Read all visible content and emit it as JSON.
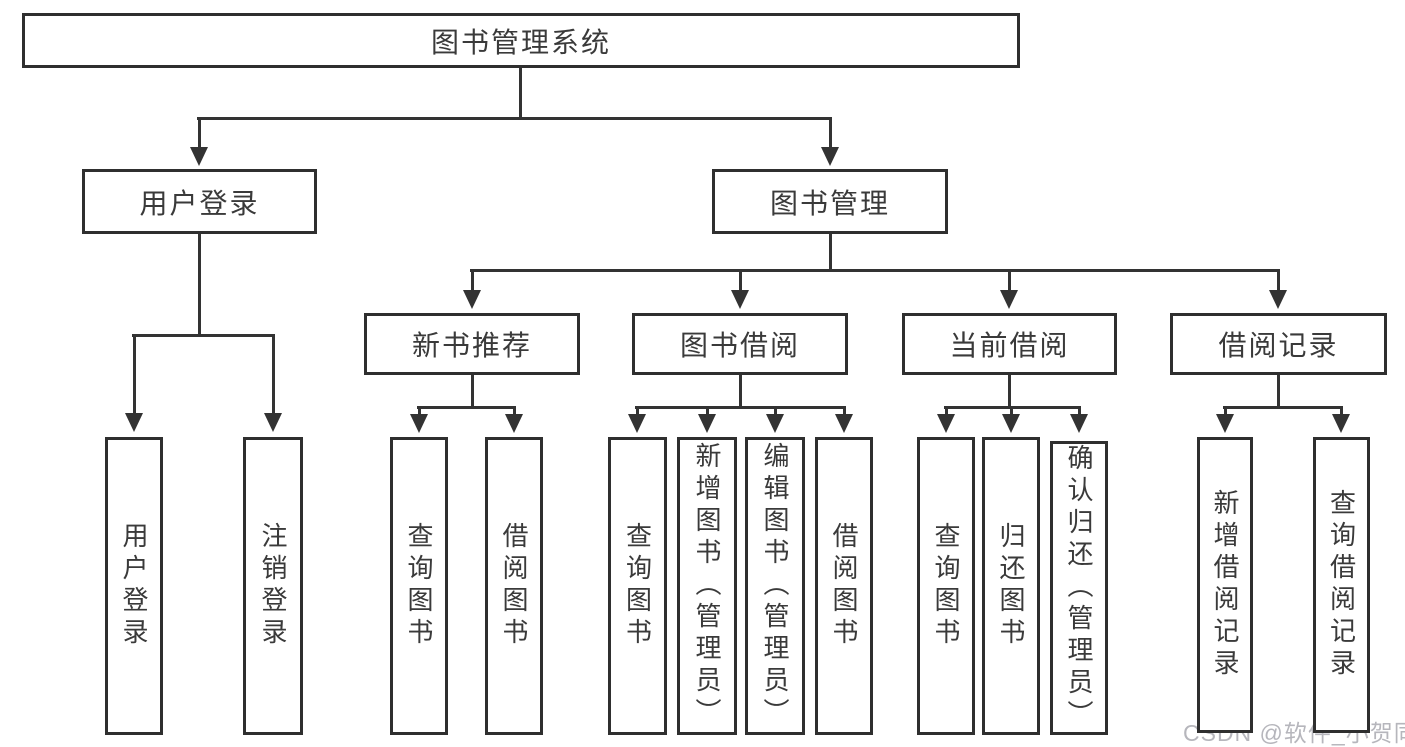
{
  "diagram": {
    "title": "图书管理系统",
    "nodes": [
      {
        "id": "root",
        "label": "图书管理系统",
        "level": 0,
        "parent": null,
        "orientation": "horizontal"
      },
      {
        "id": "user-login",
        "label": "用户登录",
        "level": 1,
        "parent": "root",
        "orientation": "horizontal"
      },
      {
        "id": "book-mgmt",
        "label": "图书管理",
        "level": 1,
        "parent": "root",
        "orientation": "horizontal"
      },
      {
        "id": "new-book-rec",
        "label": "新书推荐",
        "level": 2,
        "parent": "book-mgmt",
        "orientation": "horizontal"
      },
      {
        "id": "book-borrow",
        "label": "图书借阅",
        "level": 2,
        "parent": "book-mgmt",
        "orientation": "horizontal"
      },
      {
        "id": "current-borrow",
        "label": "当前借阅",
        "level": 2,
        "parent": "book-mgmt",
        "orientation": "horizontal"
      },
      {
        "id": "borrow-record",
        "label": "借阅记录",
        "level": 2,
        "parent": "book-mgmt",
        "orientation": "horizontal"
      },
      {
        "id": "leaf-user-login",
        "label": "用户登录",
        "level": 3,
        "parent": "user-login",
        "orientation": "vertical"
      },
      {
        "id": "leaf-logout",
        "label": "注销登录",
        "level": 3,
        "parent": "user-login",
        "orientation": "vertical"
      },
      {
        "id": "leaf-query-book-new",
        "label": "查询图书",
        "level": 3,
        "parent": "new-book-rec",
        "orientation": "vertical"
      },
      {
        "id": "leaf-borrow-book-new",
        "label": "借阅图书",
        "level": 3,
        "parent": "new-book-rec",
        "orientation": "vertical"
      },
      {
        "id": "leaf-query-book-borrow",
        "label": "查询图书",
        "level": 3,
        "parent": "book-borrow",
        "orientation": "vertical"
      },
      {
        "id": "leaf-add-book",
        "label": "新增图书（管理员）",
        "level": 3,
        "parent": "book-borrow",
        "orientation": "vertical"
      },
      {
        "id": "leaf-edit-book",
        "label": "编辑图书（管理员）",
        "level": 3,
        "parent": "book-borrow",
        "orientation": "vertical"
      },
      {
        "id": "leaf-borrow-book-borrow",
        "label": "借阅图书",
        "level": 3,
        "parent": "book-borrow",
        "orientation": "vertical"
      },
      {
        "id": "leaf-query-book-current",
        "label": "查询图书",
        "level": 3,
        "parent": "current-borrow",
        "orientation": "vertical"
      },
      {
        "id": "leaf-return-book",
        "label": "归还图书",
        "level": 3,
        "parent": "current-borrow",
        "orientation": "vertical"
      },
      {
        "id": "leaf-confirm-return",
        "label": "确认归还（管理员）",
        "level": 3,
        "parent": "current-borrow",
        "orientation": "vertical"
      },
      {
        "id": "leaf-add-borrow-record",
        "label": "新增借阅记录",
        "level": 3,
        "parent": "borrow-record",
        "orientation": "vertical"
      },
      {
        "id": "leaf-query-borrow-record",
        "label": "查询借阅记录",
        "level": 3,
        "parent": "borrow-record",
        "orientation": "vertical"
      }
    ]
  },
  "watermark": {
    "text": "CSDN @软件_小贺同学",
    "color": "#b6b6bc"
  },
  "colors": {
    "background": "#ffffff",
    "line": "#333333",
    "box_border": "#2f2f2f",
    "text": "#3a3a3a"
  }
}
